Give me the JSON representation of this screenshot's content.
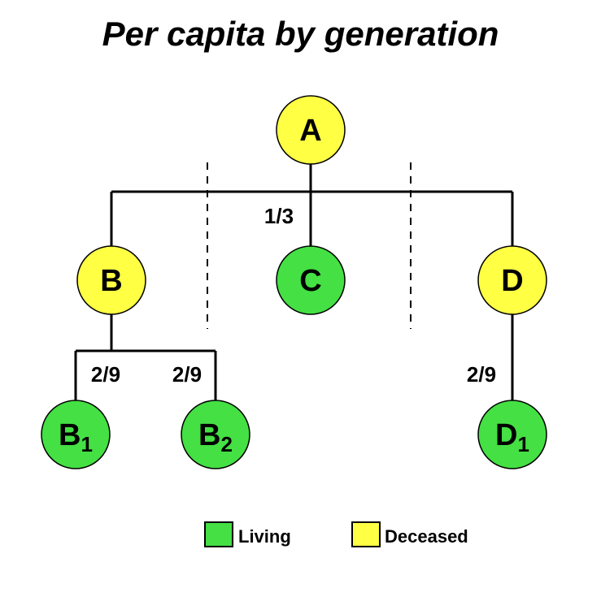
{
  "title": "Per capita by generation",
  "colors": {
    "living": "#44e044",
    "deceased": "#ffff44",
    "line": "#000000"
  },
  "nodes": [
    {
      "id": "A",
      "label": "A",
      "sub": "",
      "status": "deceased"
    },
    {
      "id": "B",
      "label": "B",
      "sub": "",
      "status": "deceased"
    },
    {
      "id": "C",
      "label": "C",
      "sub": "",
      "status": "living"
    },
    {
      "id": "D",
      "label": "D",
      "sub": "",
      "status": "deceased"
    },
    {
      "id": "B1",
      "label": "B",
      "sub": "1",
      "status": "living"
    },
    {
      "id": "B2",
      "label": "B",
      "sub": "2",
      "status": "living"
    },
    {
      "id": "D1",
      "label": "D",
      "sub": "1",
      "status": "living"
    }
  ],
  "edges": [
    {
      "from": "A",
      "to": "B"
    },
    {
      "from": "A",
      "to": "C"
    },
    {
      "from": "A",
      "to": "D"
    },
    {
      "from": "B",
      "to": "B1"
    },
    {
      "from": "B",
      "to": "B2"
    },
    {
      "from": "D",
      "to": "D1"
    }
  ],
  "shares": [
    {
      "id": "C",
      "text": "1/3"
    },
    {
      "id": "B1",
      "text": "2/9"
    },
    {
      "id": "B2",
      "text": "2/9"
    },
    {
      "id": "D1",
      "text": "2/9"
    }
  ],
  "legend": [
    {
      "label": "Living",
      "status": "living"
    },
    {
      "label": "Deceased",
      "status": "deceased"
    }
  ]
}
